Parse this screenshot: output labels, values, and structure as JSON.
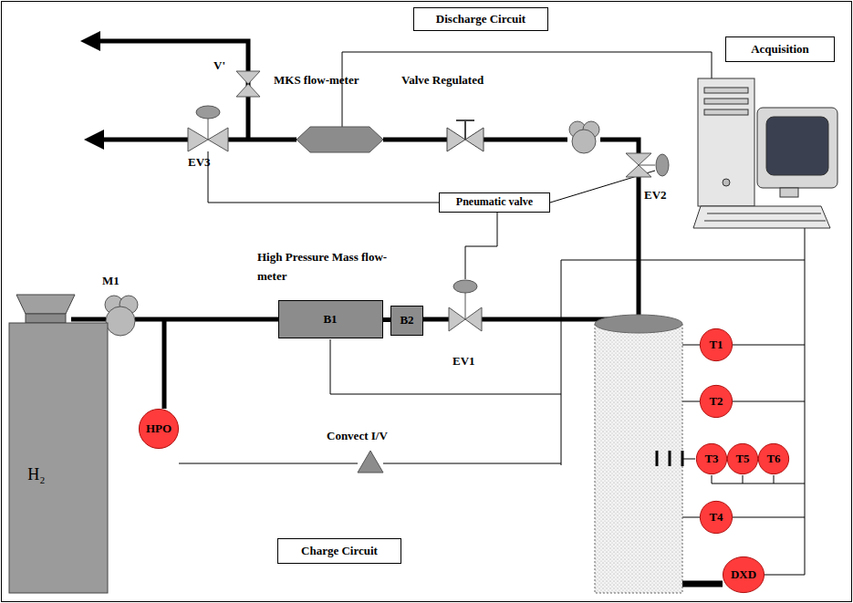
{
  "diagram": {
    "nodes": [
      {
        "text": [
          "Discharge Circuit"
        ]
      },
      {
        "text": [
          "Acquisition"
        ]
      },
      {
        "text": [
          "Pneumatic valve"
        ]
      },
      {
        "text": [
          "B1"
        ]
      },
      {
        "text": [
          "B2"
        ]
      },
      {
        "text": [
          "H₂"
        ]
      },
      {
        "text": [
          "T1"
        ]
      },
      {
        "text": [
          "T2"
        ]
      },
      {
        "text": [
          "T3"
        ]
      },
      {
        "text": [
          "T5"
        ]
      },
      {
        "text": [
          "T6"
        ]
      },
      {
        "text": [
          "HPO"
        ]
      },
      {
        "text": [
          "T4"
        ]
      },
      {
        "text": [
          "DXD"
        ]
      },
      {
        "text": [
          "Charge Circuit"
        ]
      }
    ],
    "edges": [
      {
        "from": 3,
        "to": 4,
        "arrow": "none"
      }
    ],
    "labels": [
      "V'",
      "MKS flow-meter",
      "Valve Regulated",
      "EV3",
      "EV2",
      "M1",
      "High Pressure Mass flow-meter",
      "EV1",
      "Convect I/V"
    ]
  }
}
